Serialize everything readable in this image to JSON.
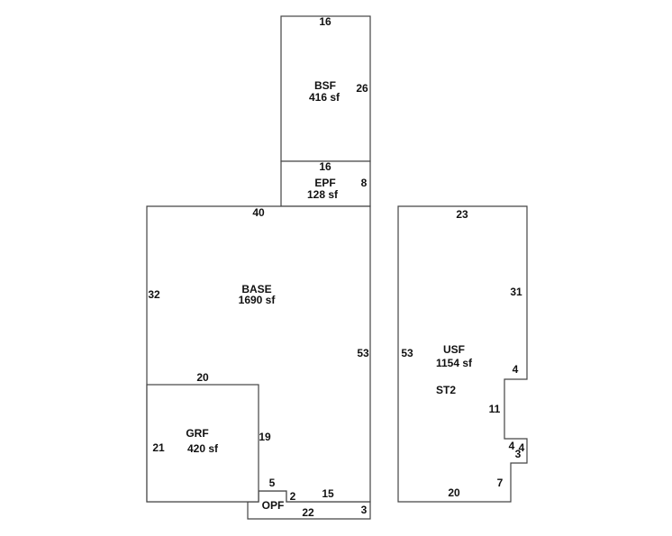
{
  "areas": {
    "bsf": {
      "code": "BSF",
      "area": "416 sf"
    },
    "epf": {
      "code": "EPF",
      "area": "128 sf"
    },
    "base": {
      "code": "BASE",
      "area": "1690 sf"
    },
    "grf": {
      "code": "GRF",
      "area": "420 sf"
    },
    "opf": {
      "code": "OPF"
    },
    "usf": {
      "code": "USF",
      "area": "1154 sf"
    },
    "st2": {
      "code": "ST2"
    }
  },
  "dimensions": {
    "bsf_top": "16",
    "bsf_right": "26",
    "epf_top": "16",
    "epf_right": "8",
    "base_top": "40",
    "base_left": "32",
    "base_right": "53",
    "base_bottom": "15",
    "grf_top": "20",
    "grf_left": "21",
    "grf_right": "19",
    "opf_top": "5",
    "opf_step": "2",
    "opf_bottom": "22",
    "opf_right": "3",
    "usf_top": "23",
    "usf_right": "31",
    "usf_left": "53",
    "usf_notch_top": "4",
    "usf_notch": "11",
    "usf_step_a": "4",
    "usf_step_b": "4",
    "usf_step_c": "3",
    "usf_lower_right": "7",
    "usf_bottom": "20"
  }
}
